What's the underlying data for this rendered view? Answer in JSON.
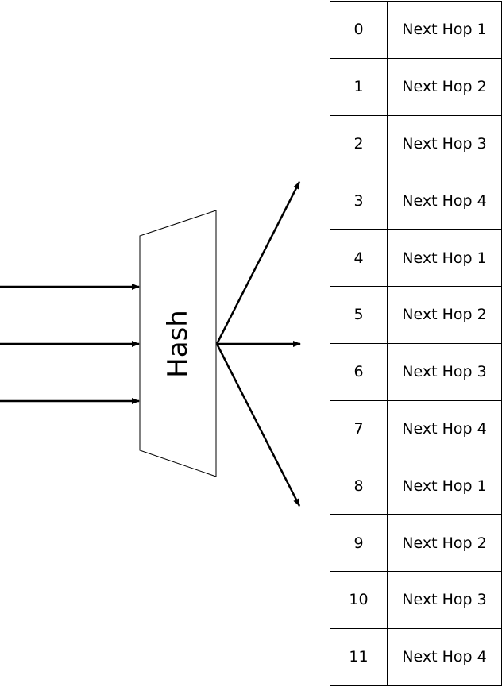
{
  "hash_label": "Hash",
  "table": {
    "rows": [
      {
        "index": "0",
        "hop": "Next Hop 1"
      },
      {
        "index": "1",
        "hop": "Next Hop 2"
      },
      {
        "index": "2",
        "hop": "Next Hop 3"
      },
      {
        "index": "3",
        "hop": "Next Hop 4"
      },
      {
        "index": "4",
        "hop": "Next Hop 1"
      },
      {
        "index": "5",
        "hop": "Next Hop 2"
      },
      {
        "index": "6",
        "hop": "Next Hop 3"
      },
      {
        "index": "7",
        "hop": "Next Hop 4"
      },
      {
        "index": "8",
        "hop": "Next Hop 1"
      },
      {
        "index": "9",
        "hop": "Next Hop 2"
      },
      {
        "index": "10",
        "hop": "Next Hop 3"
      },
      {
        "index": "11",
        "hop": "Next Hop 4"
      }
    ]
  }
}
